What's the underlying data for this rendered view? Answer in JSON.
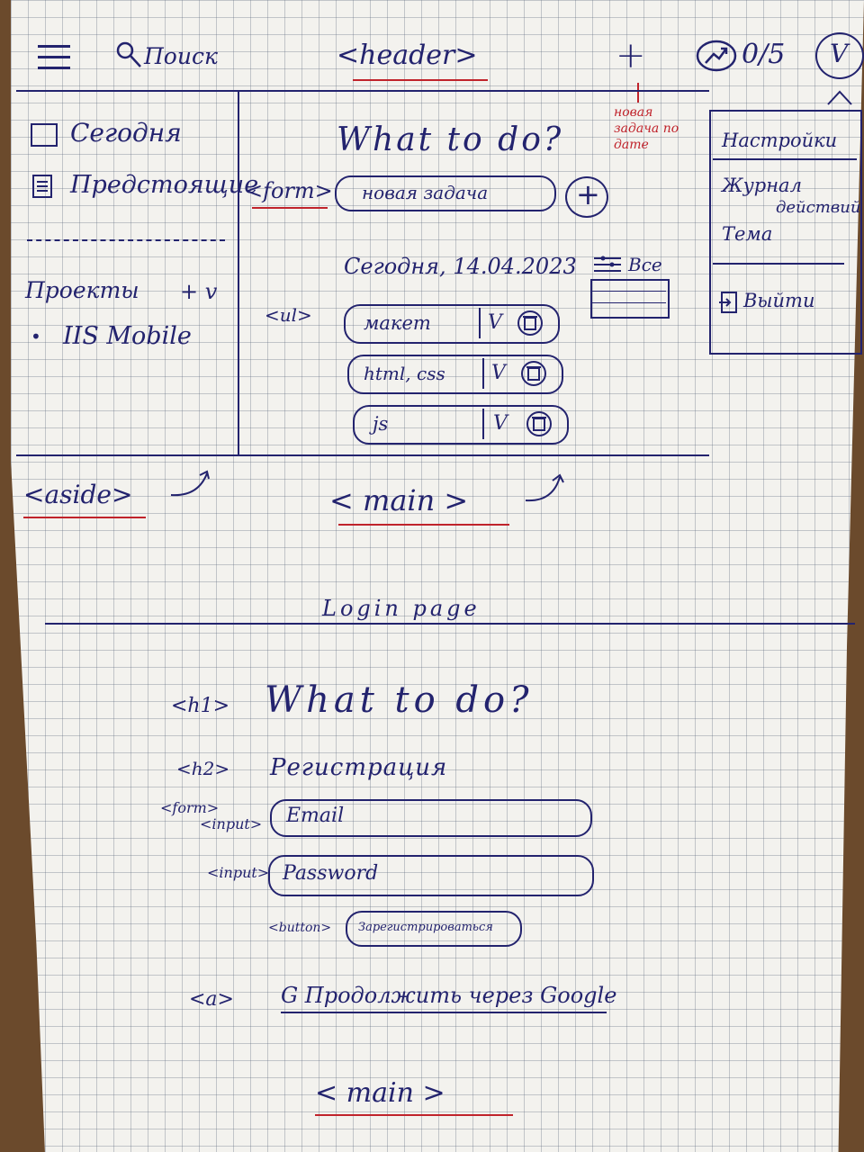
{
  "header": {
    "menu_icon": "hamburger-icon",
    "search_label": "Поиск",
    "tag": "<header>",
    "add_icon": "plus-icon",
    "progress_icon": "trend-icon",
    "progress": "0/5",
    "avatar_letter": "V",
    "add_note": "новая задача по дате"
  },
  "sidebar": {
    "today": "Сегодня",
    "upcoming": "Предстоящие",
    "projects_label": "Проекты",
    "projects_controls": "+ v",
    "project_item": "IIS Mobile",
    "tag": "<aside>"
  },
  "main": {
    "title": "What to do?",
    "form_tag": "<form>",
    "task_placeholder": "новая задача",
    "date_label": "Сегодня, 14.04.2023",
    "filter_label": "Все",
    "list_tag": "<ul>",
    "tasks": [
      "макет",
      "html, css",
      "js"
    ],
    "task_check": "V",
    "tag": "< main >"
  },
  "dropdown": {
    "settings": "Настройки",
    "log_line1": "Журнал",
    "log_line2": "действий",
    "theme": "Тема",
    "logout": "Выйти"
  },
  "login": {
    "section_title": "Login page",
    "h1_tag": "<h1>",
    "h1": "What to do?",
    "h2_tag": "<h2>",
    "h2": "Регистрация",
    "form_tag": "<form>",
    "input_tag": "<input>",
    "email": "Email",
    "input_tag2": "<input>",
    "password": "Password",
    "button_tag": "<button>",
    "button": "Зарегистрироваться",
    "a_tag": "<a>",
    "google_link": "G Продолжить через Google",
    "main_tag": "< main >"
  }
}
